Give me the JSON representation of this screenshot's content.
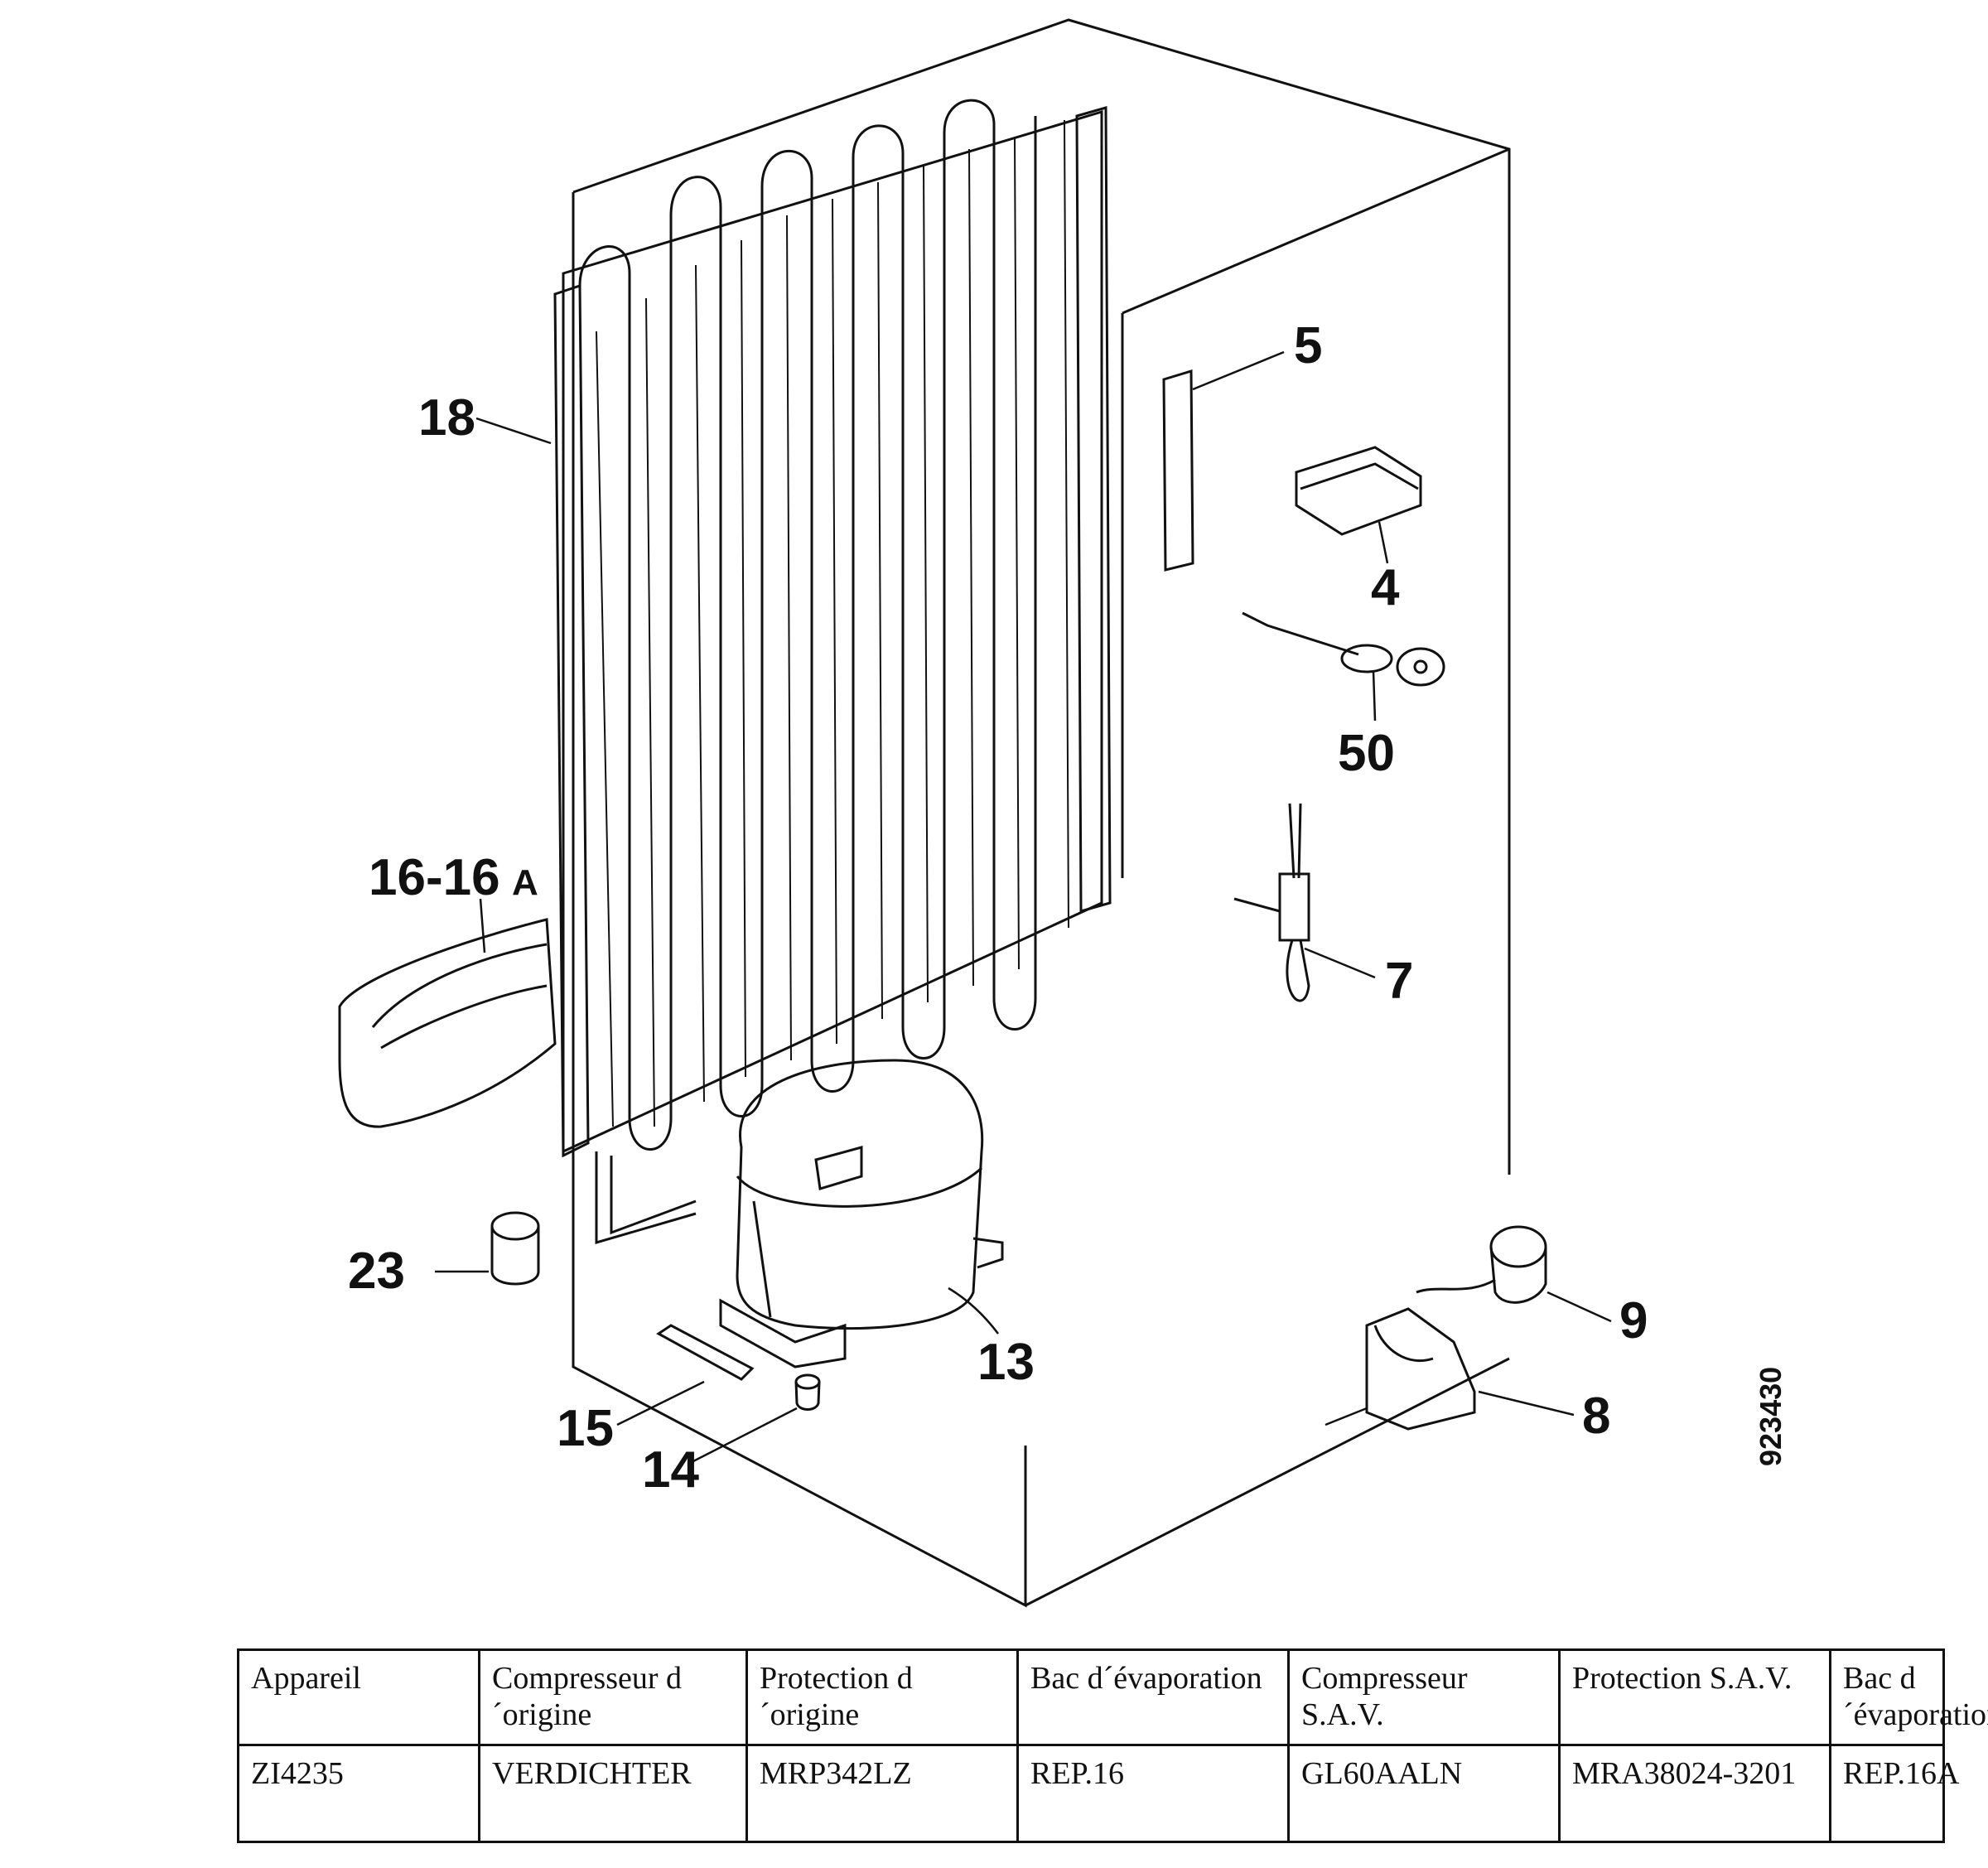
{
  "callouts": {
    "c5": "5",
    "c4": "4",
    "c50": "50",
    "c7": "7",
    "c18": "18",
    "c16": "16-16",
    "c16a": "A",
    "c23": "23",
    "c13": "13",
    "c15": "15",
    "c14": "14",
    "c9": "9",
    "c8": "8"
  },
  "reference_number": "923430",
  "table": {
    "headers": [
      "Appareil",
      "Compresseur d´origine",
      "Protection d´origine",
      "Bac d´évaporation",
      "Compresseur S.A.V.",
      "Protection S.A.V.",
      "Bac d´évaporation"
    ],
    "rows": [
      [
        "ZI4235",
        "VERDICHTER",
        "MRP342LZ",
        "REP.16",
        "GL60AALN",
        "MRA38024-3201",
        "REP.16A"
      ]
    ]
  }
}
